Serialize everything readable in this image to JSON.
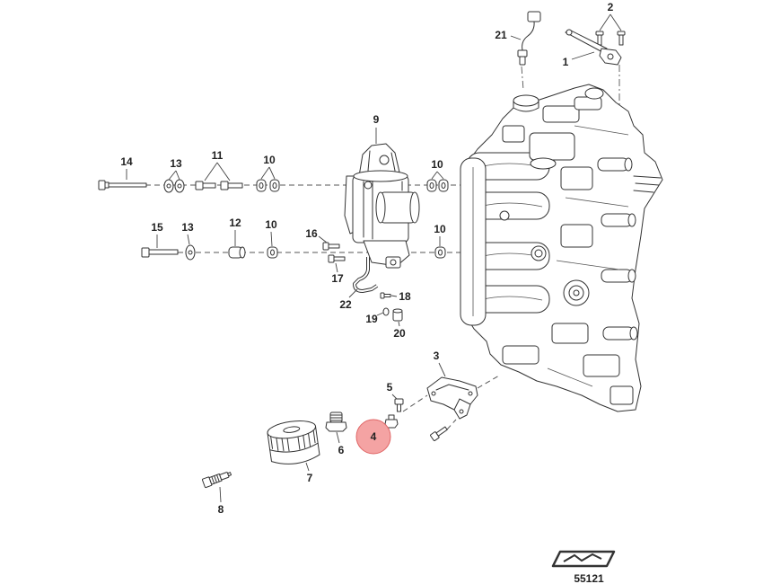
{
  "diagram": {
    "figure_id": "55121",
    "colors": {
      "line": "#333333",
      "background": "#ffffff",
      "highlight_fill": "#f4a3a3",
      "highlight_stroke": "#e06666"
    },
    "callouts": [
      {
        "label": "2"
      },
      {
        "label": "21"
      },
      {
        "label": "1"
      },
      {
        "label": "9"
      },
      {
        "label": "14"
      },
      {
        "label": "13"
      },
      {
        "label": "11"
      },
      {
        "label": "10"
      },
      {
        "label": "10"
      },
      {
        "label": "15"
      },
      {
        "label": "13"
      },
      {
        "label": "12"
      },
      {
        "label": "10"
      },
      {
        "label": "16"
      },
      {
        "label": "10"
      },
      {
        "label": "17"
      },
      {
        "label": "18"
      },
      {
        "label": "22"
      },
      {
        "label": "19"
      },
      {
        "label": "20"
      },
      {
        "label": "3"
      },
      {
        "label": "5"
      },
      {
        "label": "4",
        "selected": true
      },
      {
        "label": "6"
      },
      {
        "label": "7"
      },
      {
        "label": "8"
      }
    ]
  }
}
